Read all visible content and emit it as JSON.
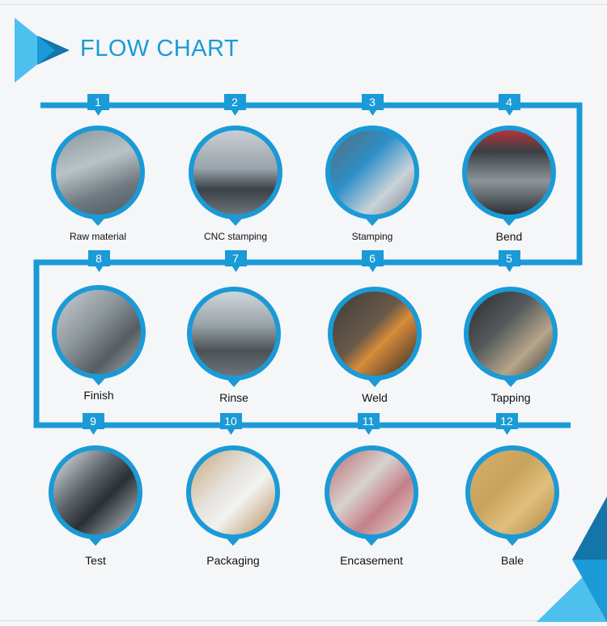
{
  "header": {
    "title": "FLOW CHART"
  },
  "colors": {
    "accent": "#1a9ad6",
    "accent_dark": "#1475a8",
    "accent_light": "#4ec0ee",
    "background": "#f5f6f8"
  },
  "steps": [
    {
      "number": "1",
      "label": "Raw material"
    },
    {
      "number": "2",
      "label": "CNC stamping"
    },
    {
      "number": "3",
      "label": "Stamping"
    },
    {
      "number": "4",
      "label": "Bend"
    },
    {
      "number": "5",
      "label": "Tapping"
    },
    {
      "number": "6",
      "label": "Weld"
    },
    {
      "number": "7",
      "label": "Rinse"
    },
    {
      "number": "8",
      "label": "Finish"
    },
    {
      "number": "9",
      "label": "Test"
    },
    {
      "number": "10",
      "label": "Packaging"
    },
    {
      "number": "11",
      "label": "Encasement"
    },
    {
      "number": "12",
      "label": "Bale"
    }
  ]
}
